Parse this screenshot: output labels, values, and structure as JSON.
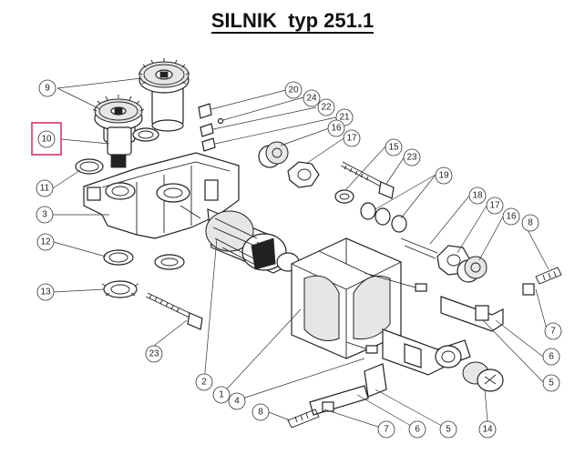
{
  "title": "SILNIK  typ 251.1",
  "highlight": {
    "label": "10",
    "color": "#d6336c"
  },
  "callouts": [
    {
      "id": "9",
      "label": "9"
    },
    {
      "id": "10",
      "label": "10"
    },
    {
      "id": "11",
      "label": "11"
    },
    {
      "id": "3",
      "label": "3"
    },
    {
      "id": "12",
      "label": "12"
    },
    {
      "id": "13",
      "label": "13"
    },
    {
      "id": "23a",
      "label": "23"
    },
    {
      "id": "2",
      "label": "2"
    },
    {
      "id": "1",
      "label": "1"
    },
    {
      "id": "4",
      "label": "4"
    },
    {
      "id": "8a",
      "label": "8"
    },
    {
      "id": "7a",
      "label": "7"
    },
    {
      "id": "6a",
      "label": "6"
    },
    {
      "id": "5a",
      "label": "5"
    },
    {
      "id": "14",
      "label": "14"
    },
    {
      "id": "20",
      "label": "20"
    },
    {
      "id": "24",
      "label": "24"
    },
    {
      "id": "22",
      "label": "22"
    },
    {
      "id": "21",
      "label": "21"
    },
    {
      "id": "16a",
      "label": "16"
    },
    {
      "id": "17a",
      "label": "17"
    },
    {
      "id": "15",
      "label": "15"
    },
    {
      "id": "23b",
      "label": "23"
    },
    {
      "id": "19",
      "label": "19"
    },
    {
      "id": "18",
      "label": "18"
    },
    {
      "id": "17b",
      "label": "17"
    },
    {
      "id": "16b",
      "label": "16"
    },
    {
      "id": "8b",
      "label": "8"
    },
    {
      "id": "7b",
      "label": "7"
    },
    {
      "id": "6b",
      "label": "6"
    },
    {
      "id": "5b",
      "label": "5"
    }
  ]
}
